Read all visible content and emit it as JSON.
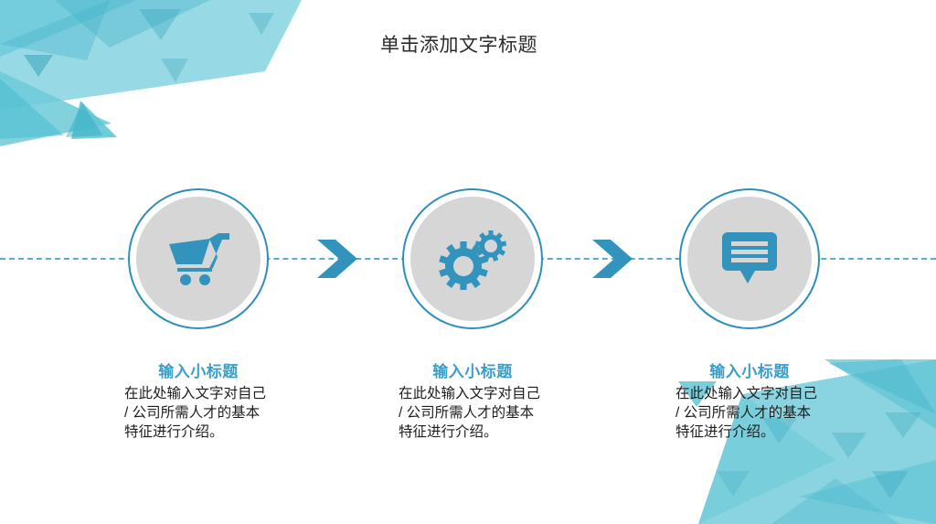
{
  "slide": {
    "title": "单击添加文字标题",
    "background_color": "#ffffff",
    "accent_color": "#2e8fba",
    "disc_color": "#d6d6d6",
    "decor_color": "#7dcfdd"
  },
  "connector": {
    "line_style": "dashed",
    "line_color": "#3f9ec4",
    "arrow_icon": "chevron-right-icon"
  },
  "nodes": [
    {
      "icon": "shopping-cart-icon"
    },
    {
      "icon": "gears-icon"
    },
    {
      "icon": "chat-bubble-icon"
    }
  ],
  "captions": [
    {
      "title": "输入小标题",
      "body": "在此处输入文字对自己 / 公司所需人才的基本特征进行介绍。"
    },
    {
      "title": "输入小标题",
      "body": "在此处输入文字对自己 / 公司所需人才的基本特征进行介绍。"
    },
    {
      "title": "输入小标题",
      "body": "在此处输入文字对自己 / 公司所需人才的基本特征进行介绍。"
    }
  ]
}
